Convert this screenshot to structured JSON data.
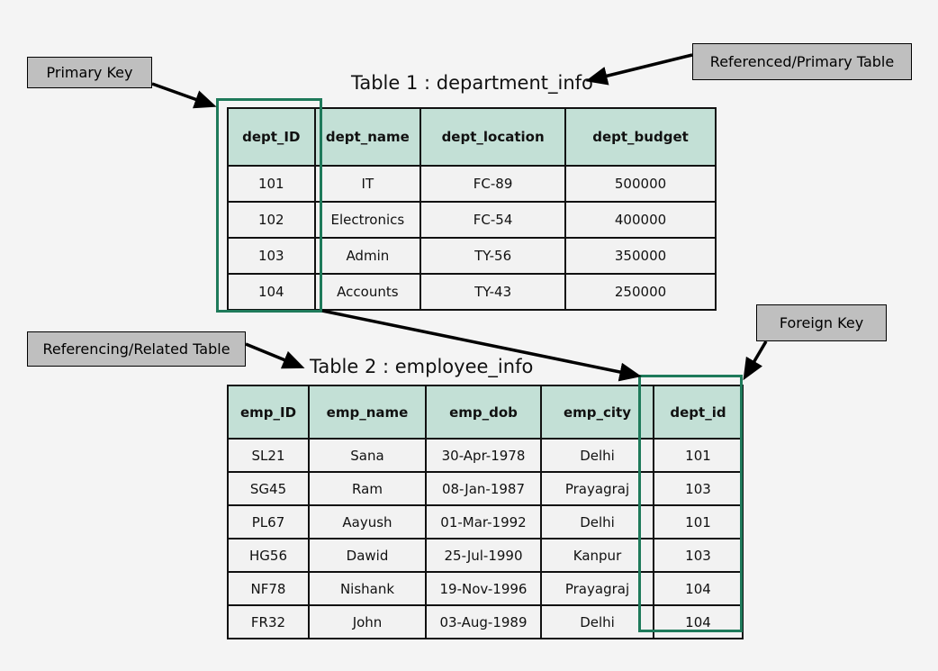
{
  "annotations": {
    "primary_key": "Primary Key",
    "referenced_table": "Referenced/Primary Table",
    "referencing_table": "Referencing/Related Table",
    "foreign_key": "Foreign Key"
  },
  "colors": {
    "background": "#f4f4f4",
    "callout_fill": "#bfbfbf",
    "header_fill": "#c3e0d6",
    "highlight_stroke": "#1e7a5a",
    "table_border": "#111111",
    "cell_fill": "#f2f2f2",
    "arrow": "#000000"
  },
  "tables": [
    {
      "id": "department_info",
      "title": "Table 1 : department_info",
      "columns": [
        "dept_ID",
        "dept_name",
        "dept_location",
        "dept_budget"
      ],
      "rows": [
        [
          "101",
          "IT",
          "FC-89",
          "500000"
        ],
        [
          "102",
          "Electronics",
          "FC-54",
          "400000"
        ],
        [
          "103",
          "Admin",
          "TY-56",
          "350000"
        ],
        [
          "104",
          "Accounts",
          "TY-43",
          "250000"
        ]
      ],
      "highlighted_column": "dept_ID",
      "highlight_role": "Primary Key"
    },
    {
      "id": "employee_info",
      "title": "Table 2 : employee_info",
      "columns": [
        "emp_ID",
        "emp_name",
        "emp_dob",
        "emp_city",
        "dept_id"
      ],
      "rows": [
        [
          "SL21",
          "Sana",
          "30-Apr-1978",
          "Delhi",
          "101"
        ],
        [
          "SG45",
          "Ram",
          "08-Jan-1987",
          "Prayagraj",
          "103"
        ],
        [
          "PL67",
          "Aayush",
          "01-Mar-1992",
          "Delhi",
          "101"
        ],
        [
          "HG56",
          "Dawid",
          "25-Jul-1990",
          "Kanpur",
          "103"
        ],
        [
          "NF78",
          "Nishank",
          "19-Nov-1996",
          "Prayagraj",
          "104"
        ],
        [
          "FR32",
          "John",
          "03-Aug-1989",
          "Delhi",
          "104"
        ]
      ],
      "highlighted_column": "dept_id",
      "highlight_role": "Foreign Key"
    }
  ],
  "connectors": [
    {
      "name": "primary-key-to-column",
      "from": "Primary Key",
      "to": "dept_ID column"
    },
    {
      "name": "referenced-table-to-title",
      "from": "Referenced/Primary Table",
      "to": "Table 1 : department_info"
    },
    {
      "name": "referencing-table-to-title",
      "from": "Referencing/Related Table",
      "to": "Table 2 : employee_info"
    },
    {
      "name": "foreign-key-to-column",
      "from": "Foreign Key",
      "to": "dept_id column"
    },
    {
      "name": "relationship-dept-id-to-dept-id",
      "from": "department_info.dept_ID",
      "to": "employee_info.dept_id"
    }
  ]
}
